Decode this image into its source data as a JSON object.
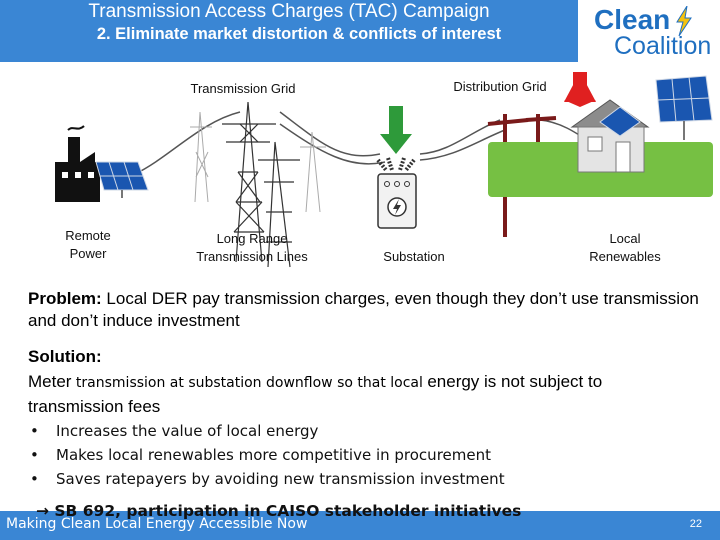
{
  "header": {
    "title": "Transmission Access Charges (TAC) Campaign",
    "subtitle": "2. Eliminate market distortion & conflicts of interest"
  },
  "logo": {
    "line1": "Clean",
    "line2": "Coalition"
  },
  "diagram": {
    "transmission_grid_label": "Transmission Grid",
    "distribution_grid_label": "Distribution Grid",
    "remote_power": "Remote\nPower",
    "long_range_lines": "Long Range\nTransmission Lines",
    "substation": "Substation",
    "local_renewables": "Local\nRenewables"
  },
  "problem": {
    "label": "Problem:",
    "text": " Local DER pay transmission charges, even though they don’t use transmission and don’t induce investment"
  },
  "solution": {
    "label": "Solution:",
    "part1": "Meter",
    "part2": " transmission at substation downflow so that local ",
    "part3": "energy is not subject to transmission fees"
  },
  "bullets": [
    "Increases the value of local energy",
    "Makes local renewables more competitive in procurement",
    "Saves ratepayers by avoiding new transmission investment"
  ],
  "action": "→ SB 692, participation in CAISO stakeholder initiatives",
  "footer": {
    "text": "Making Clean Local Energy Accessible Now",
    "page": "22"
  },
  "colors": {
    "header_blue": "#3a86d4",
    "arrow_green": "#2e9a3a",
    "arrow_red": "#e02020",
    "grass": "#76c043"
  }
}
